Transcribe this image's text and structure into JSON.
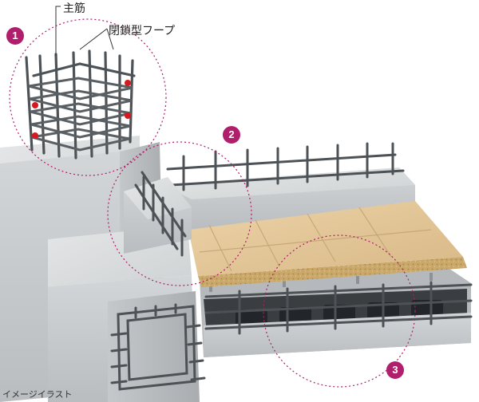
{
  "callouts": {
    "main_rebar": "主筋",
    "closed_hoop": "閉鎖型フープ"
  },
  "markers": [
    "1",
    "2",
    "3"
  ],
  "caption": "イメージイラスト",
  "colors": {
    "marker": "#b01e6c",
    "concrete": "#c9ccce",
    "rebar": "#4d5256",
    "plywood": "#e2c69a",
    "red_tie": "#d6181f"
  }
}
